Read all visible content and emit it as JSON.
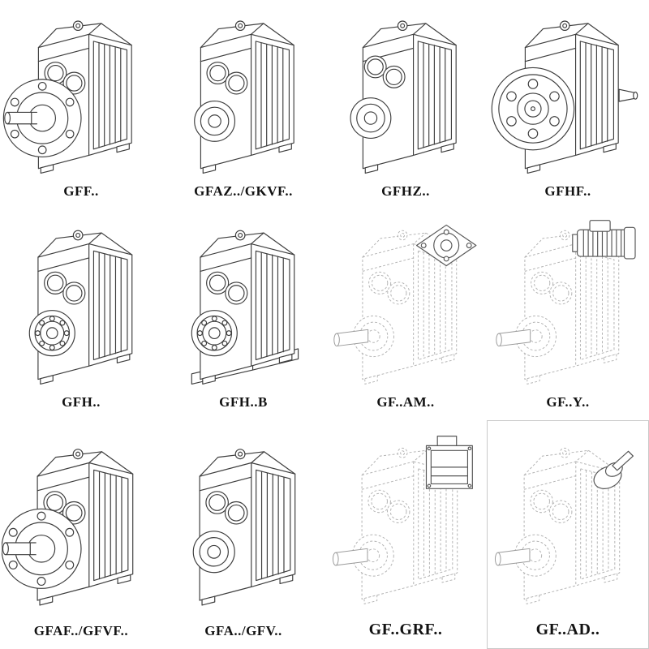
{
  "page": {
    "kind": "gearbox-catalog-sheet",
    "background": "#ffffff",
    "line_color": "#3d3d3d",
    "phantom_line_color": "#b3b3b3"
  },
  "grid": {
    "columns": 4,
    "rows": 3,
    "items": [
      {
        "label": "GFF..",
        "drawing": "gearbox-output-flange-solid-shaft"
      },
      {
        "label": "GFAZ../GKVF..",
        "drawing": "gearbox-hollow-shaft"
      },
      {
        "label": "GFHZ..",
        "drawing": "gearbox-hollow-shaft-shrink-disc"
      },
      {
        "label": "GFHF..",
        "drawing": "gearbox-front-flange"
      },
      {
        "label": "GFH..",
        "drawing": "gearbox-foot-mounted-bearing"
      },
      {
        "label": "GFH..B",
        "drawing": "gearbox-foot-mounted-base-plate"
      },
      {
        "label": "GF..AM..",
        "drawing": "gearbox-phantom-motor-adapter-flange"
      },
      {
        "label": "GF..Y..",
        "drawing": "gearbox-phantom-with-motor"
      },
      {
        "label": "GFAF../GFVF..",
        "drawing": "gearbox-output-flange-solid-shaft"
      },
      {
        "label": "GFA../GFV..",
        "drawing": "gearbox-hollow-shaft"
      },
      {
        "label": "GF..GRF..",
        "drawing": "gearbox-phantom-grf-attachment"
      },
      {
        "label": "GF..AD..",
        "drawing": "gearbox-phantom-input-adapter"
      }
    ]
  }
}
